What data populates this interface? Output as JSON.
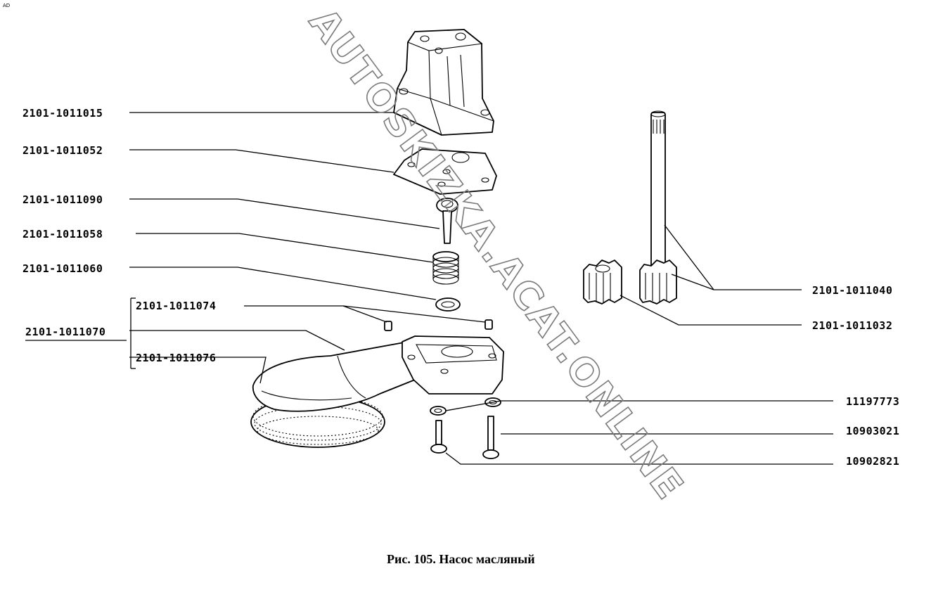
{
  "corner_mark": "AD",
  "watermark": "AUTOSKIZKA.ACAT.ONLINE",
  "caption": "Рис. 105. Насос масляный",
  "labels": {
    "p1015": "2101-1011015",
    "p1052": "2101-1011052",
    "p1090": "2101-1011090",
    "p1058": "2101-1011058",
    "p1060": "2101-1011060",
    "p1074": "2101-1011074",
    "p1070": "2101-1011070",
    "p1076": "2101-1011076",
    "p1040": "2101-1011040",
    "p1032": "2101-1011032",
    "p7773": "11197773",
    "p3021": "10903021",
    "p2821": "10902821"
  }
}
